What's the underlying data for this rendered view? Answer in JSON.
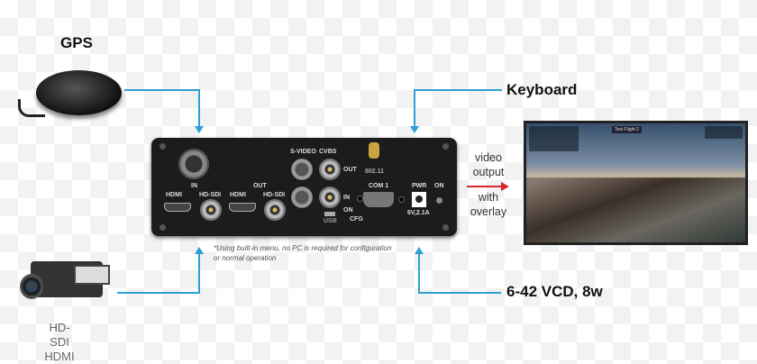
{
  "labels": {
    "gps": "GPS",
    "keyboard": "Keyboard",
    "power": "6-42 VCD, 8w",
    "camera_line1": "HD-SDI",
    "camera_line2": "HDMI",
    "video_output": [
      "video",
      "output",
      "with",
      "overlay"
    ]
  },
  "device": {
    "in": "IN",
    "out": "OUT",
    "hdmi": "HDMI",
    "hdsdi": "HD-SDI",
    "svideo": "S-VIDEO",
    "cvbs": "CVBS",
    "cvbs_out": "OUT",
    "cvbs_in": "IN",
    "on_switch": "ON",
    "usb": "USB",
    "cfg": "CFG",
    "wifi": "802.11",
    "com": "COM 1",
    "pwr": "PWR",
    "pwr_rating": "6V,2.1A",
    "on_led": "ON"
  },
  "note": {
    "line1": "*Using built-in menu, no PC is required for configuration",
    "line2": "or normal operation"
  },
  "monitor": {
    "title": "Test Flight 2"
  },
  "colors": {
    "arrow": "#2e9fd6",
    "output_arrow": "#d9262c"
  }
}
